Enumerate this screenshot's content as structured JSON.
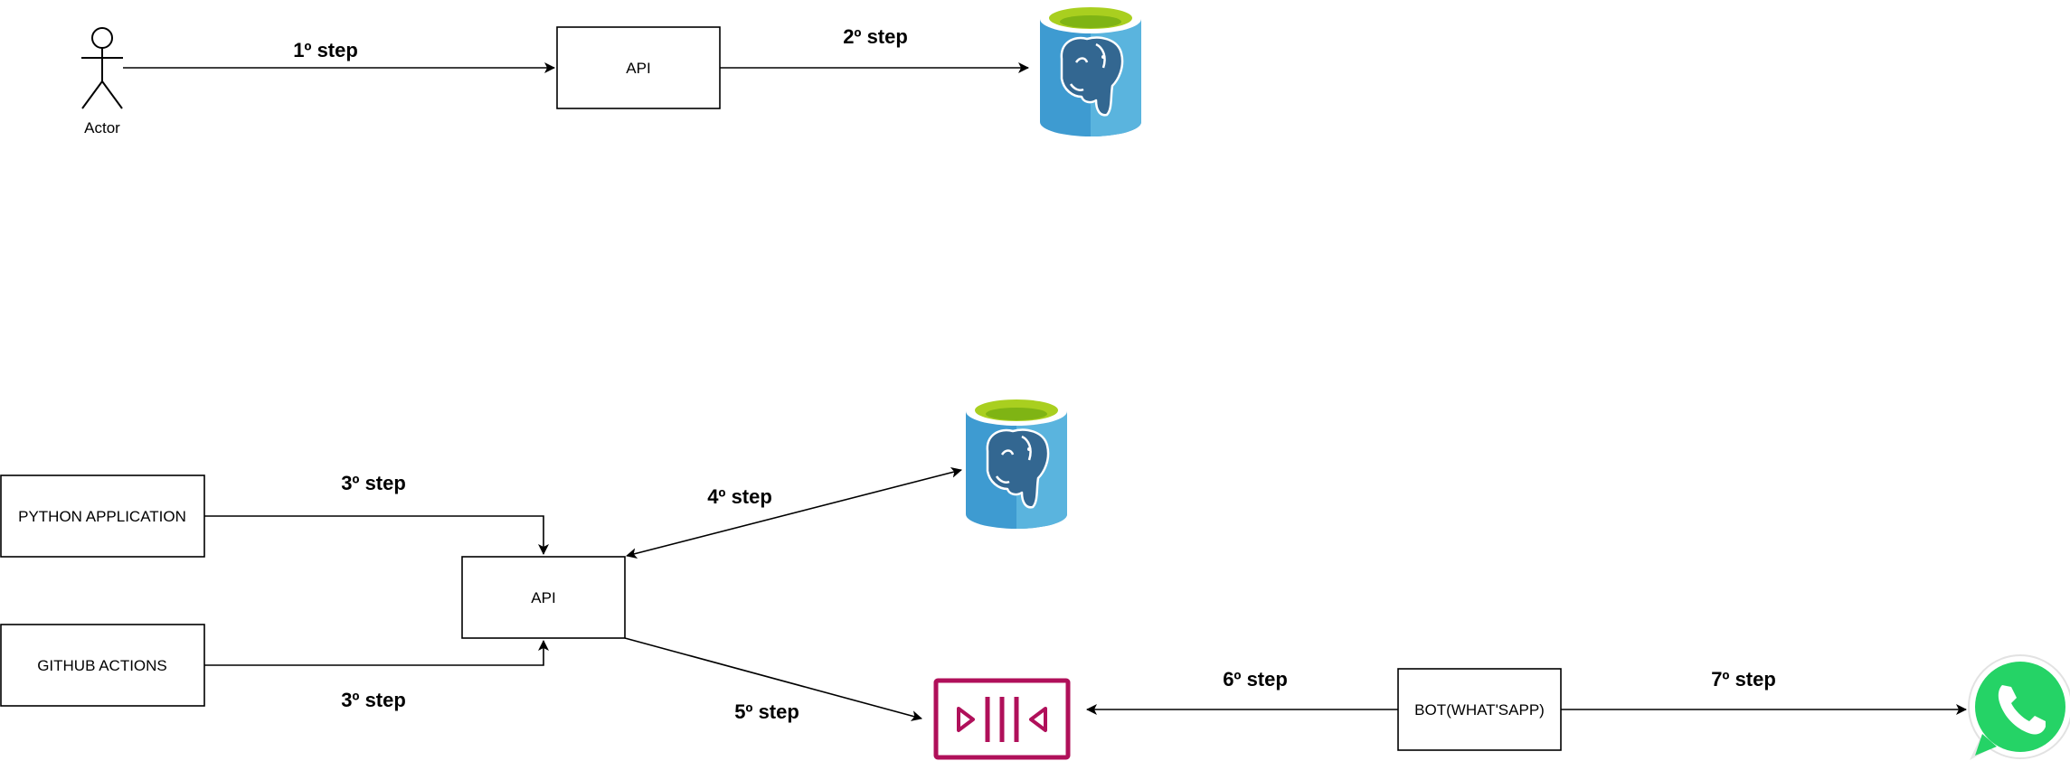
{
  "actor": {
    "label": "Actor"
  },
  "boxes": {
    "api_top": "API",
    "python_app": "PYTHON APPLICATION",
    "github_actions": "GITHUB ACTIONS",
    "api_bottom": "API",
    "bot": "BOT(WHAT'SAPP)"
  },
  "steps": {
    "s1": "1º step",
    "s2": "2º step",
    "s3a": "3º step",
    "s3b": "3º step",
    "s4": "4º step",
    "s5": "5º step",
    "s6": "6º step",
    "s7": "7º step"
  },
  "icons": {
    "db_top": "postgresql-database-icon",
    "db_bottom": "postgresql-database-icon",
    "queue": "message-queue-icon",
    "whatsapp": "whatsapp-icon"
  },
  "colors": {
    "db_blue": "#3E9BD1",
    "db_blue_light": "#5AB4DE",
    "db_lid": "#A9CF1F",
    "db_lid_inner": "#7FB414",
    "queue": "#B0105A",
    "whatsapp_green": "#25D366"
  }
}
